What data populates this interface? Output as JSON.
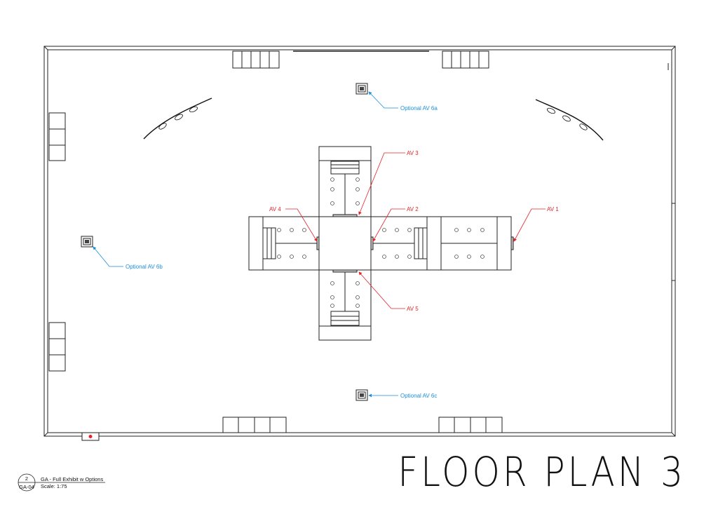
{
  "title": "FLOOR PLAN 3",
  "view": {
    "number": "2",
    "sheet": "GA-04",
    "name": "GA - Full Exhibit w Options",
    "scale": "Scale: 1:75"
  },
  "av_labels": {
    "av1": "AV 1",
    "av2": "AV 2",
    "av3": "AV 3",
    "av4": "AV 4",
    "av5": "AV 5"
  },
  "optional_labels": {
    "av6a": "Optional AV 6a",
    "av6b": "Optional AV 6b",
    "av6c": "Optional AV 6c"
  },
  "colors": {
    "av_callout": "#e8202a",
    "optional_callout": "#1a8ee0",
    "linework": "#222222"
  }
}
